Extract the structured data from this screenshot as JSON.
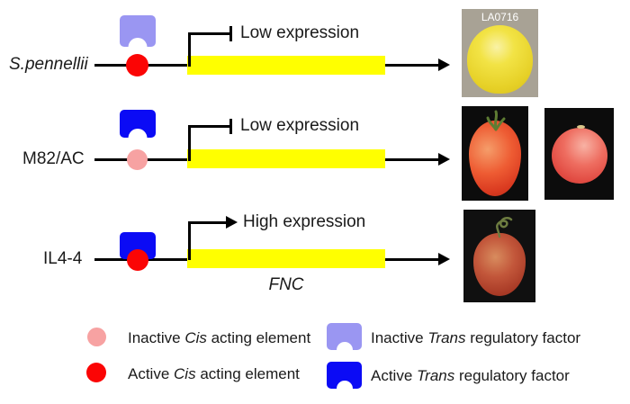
{
  "figure": {
    "gene_label": "FNC",
    "rows": [
      {
        "label": "S.pennellii",
        "trans_icon": "inactive-trans-factor",
        "cis_icon": "active-cis-element",
        "regulation_symbol": "inhibition-bar",
        "expression_label": "Low expression",
        "photo_label": "LA0716",
        "fruit": "yellow round fruit on tan background"
      },
      {
        "label": "M82/AC",
        "trans_icon": "active-trans-factor",
        "cis_icon": "inactive-cis-element",
        "regulation_symbol": "inhibition-bar",
        "expression_label": "Low expression",
        "fruit": "elongated red tomato and round red tomato on black background"
      },
      {
        "label": "IL4-4",
        "trans_icon": "active-trans-factor",
        "cis_icon": "active-cis-element",
        "regulation_symbol": "activation-arrow",
        "expression_label": "High expression",
        "fruit": "dark red oval tomato with curly stem on black background"
      }
    ]
  },
  "legend": {
    "items": [
      {
        "pre": "Inactive ",
        "em": "Cis",
        "post": " acting element",
        "symbol": "inactive-cis-element"
      },
      {
        "pre": "Active ",
        "em": "Cis",
        "post": " acting element",
        "symbol": "active-cis-element"
      },
      {
        "pre": "Inactive ",
        "em": "Trans",
        "post": " regulatory factor",
        "symbol": "inactive-trans-factor"
      },
      {
        "pre": "Active ",
        "em": "Trans",
        "post": " regulatory factor",
        "symbol": "active-trans-factor"
      }
    ]
  },
  "colors": {
    "active_cis": "#fb0505",
    "inactive_cis": "#f7a2a2",
    "active_trans": "#0b0bf5",
    "inactive_trans": "#9a96f2",
    "gene_box": "#ffff00"
  }
}
